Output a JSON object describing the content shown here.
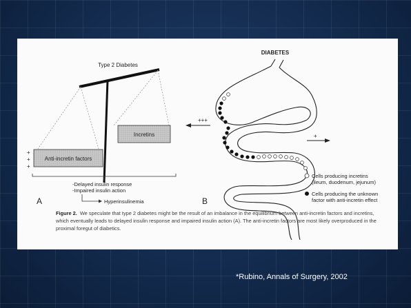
{
  "scale": {
    "title": "Type 2 Diabetes",
    "panel_label": "A",
    "right_box": "Incretins",
    "left_box": "Anti-incretin factors",
    "plus_signs": [
      "+",
      "+",
      "+"
    ],
    "outcome_line1": "-Delayed insulin response",
    "outcome_line2": "-Impaired insulin action",
    "result": "Hyperinsulinemia"
  },
  "gut": {
    "title": "DIABETES",
    "panel_label": "B",
    "left_arrow_label": "+++",
    "right_arrow_label": "+",
    "legend": [
      {
        "marker": "open-circle",
        "line1": "Cells producing incretins",
        "line2": "(ileum, duodenum, jejunum)"
      },
      {
        "marker": "filled-circle",
        "line1": "Cells producing the unknown",
        "line2": "factor with anti-incretin effect"
      }
    ]
  },
  "caption": {
    "label": "Figure 2.",
    "text": "We speculate that type 2 diabetes might be the result of an imbalance in the equilibrium between anti-incretin factors and incretins, which eventually leads to delayed insulin response and impaired insulin action (A). The anti-incretin factors are most likely overproduced in the proximal foregut of diabetics."
  },
  "citation": "*Rubino, Annals of Surgery, 2002"
}
